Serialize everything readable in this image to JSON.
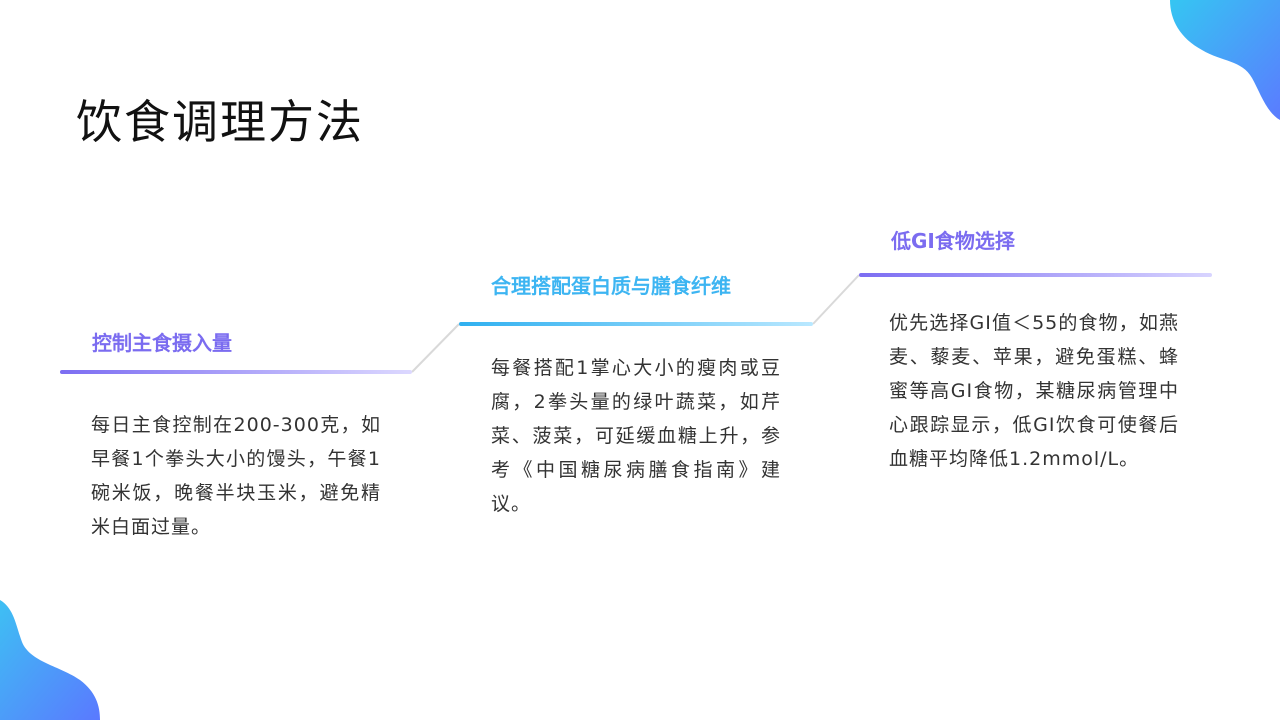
{
  "page": {
    "title": "饮食调理方法"
  },
  "steps": [
    {
      "title": "控制主食摄入量",
      "body": "每日主食控制在200-300克，如早餐1个拳头大小的馒头，午餐1碗米饭，晚餐半块玉米，避免精米白面过量。"
    },
    {
      "title": "合理搭配蛋白质与膳食纤维",
      "body": "每餐搭配1掌心大小的瘦肉或豆腐，2拳头量的绿叶蔬菜，如芹菜、菠菜，可延缓血糖上升，参考《中国糖尿病膳食指南》建议。"
    },
    {
      "title": "低GI食物选择",
      "body": "优先选择GI值＜55的食物，如燕麦、藜麦、苹果，避免蛋糕、蜂蜜等高GI食物，某糖尿病管理中心跟踪显示，低GI饮食可使餐后血糖平均降低1.2mmol/L。"
    }
  ],
  "colors": {
    "accent_purple": "#7b6cf0",
    "accent_blue": "#3db5f2",
    "blob": "#4aa8f8"
  },
  "decor": {
    "top_right": "corner-blob",
    "bottom_left": "corner-blob"
  }
}
